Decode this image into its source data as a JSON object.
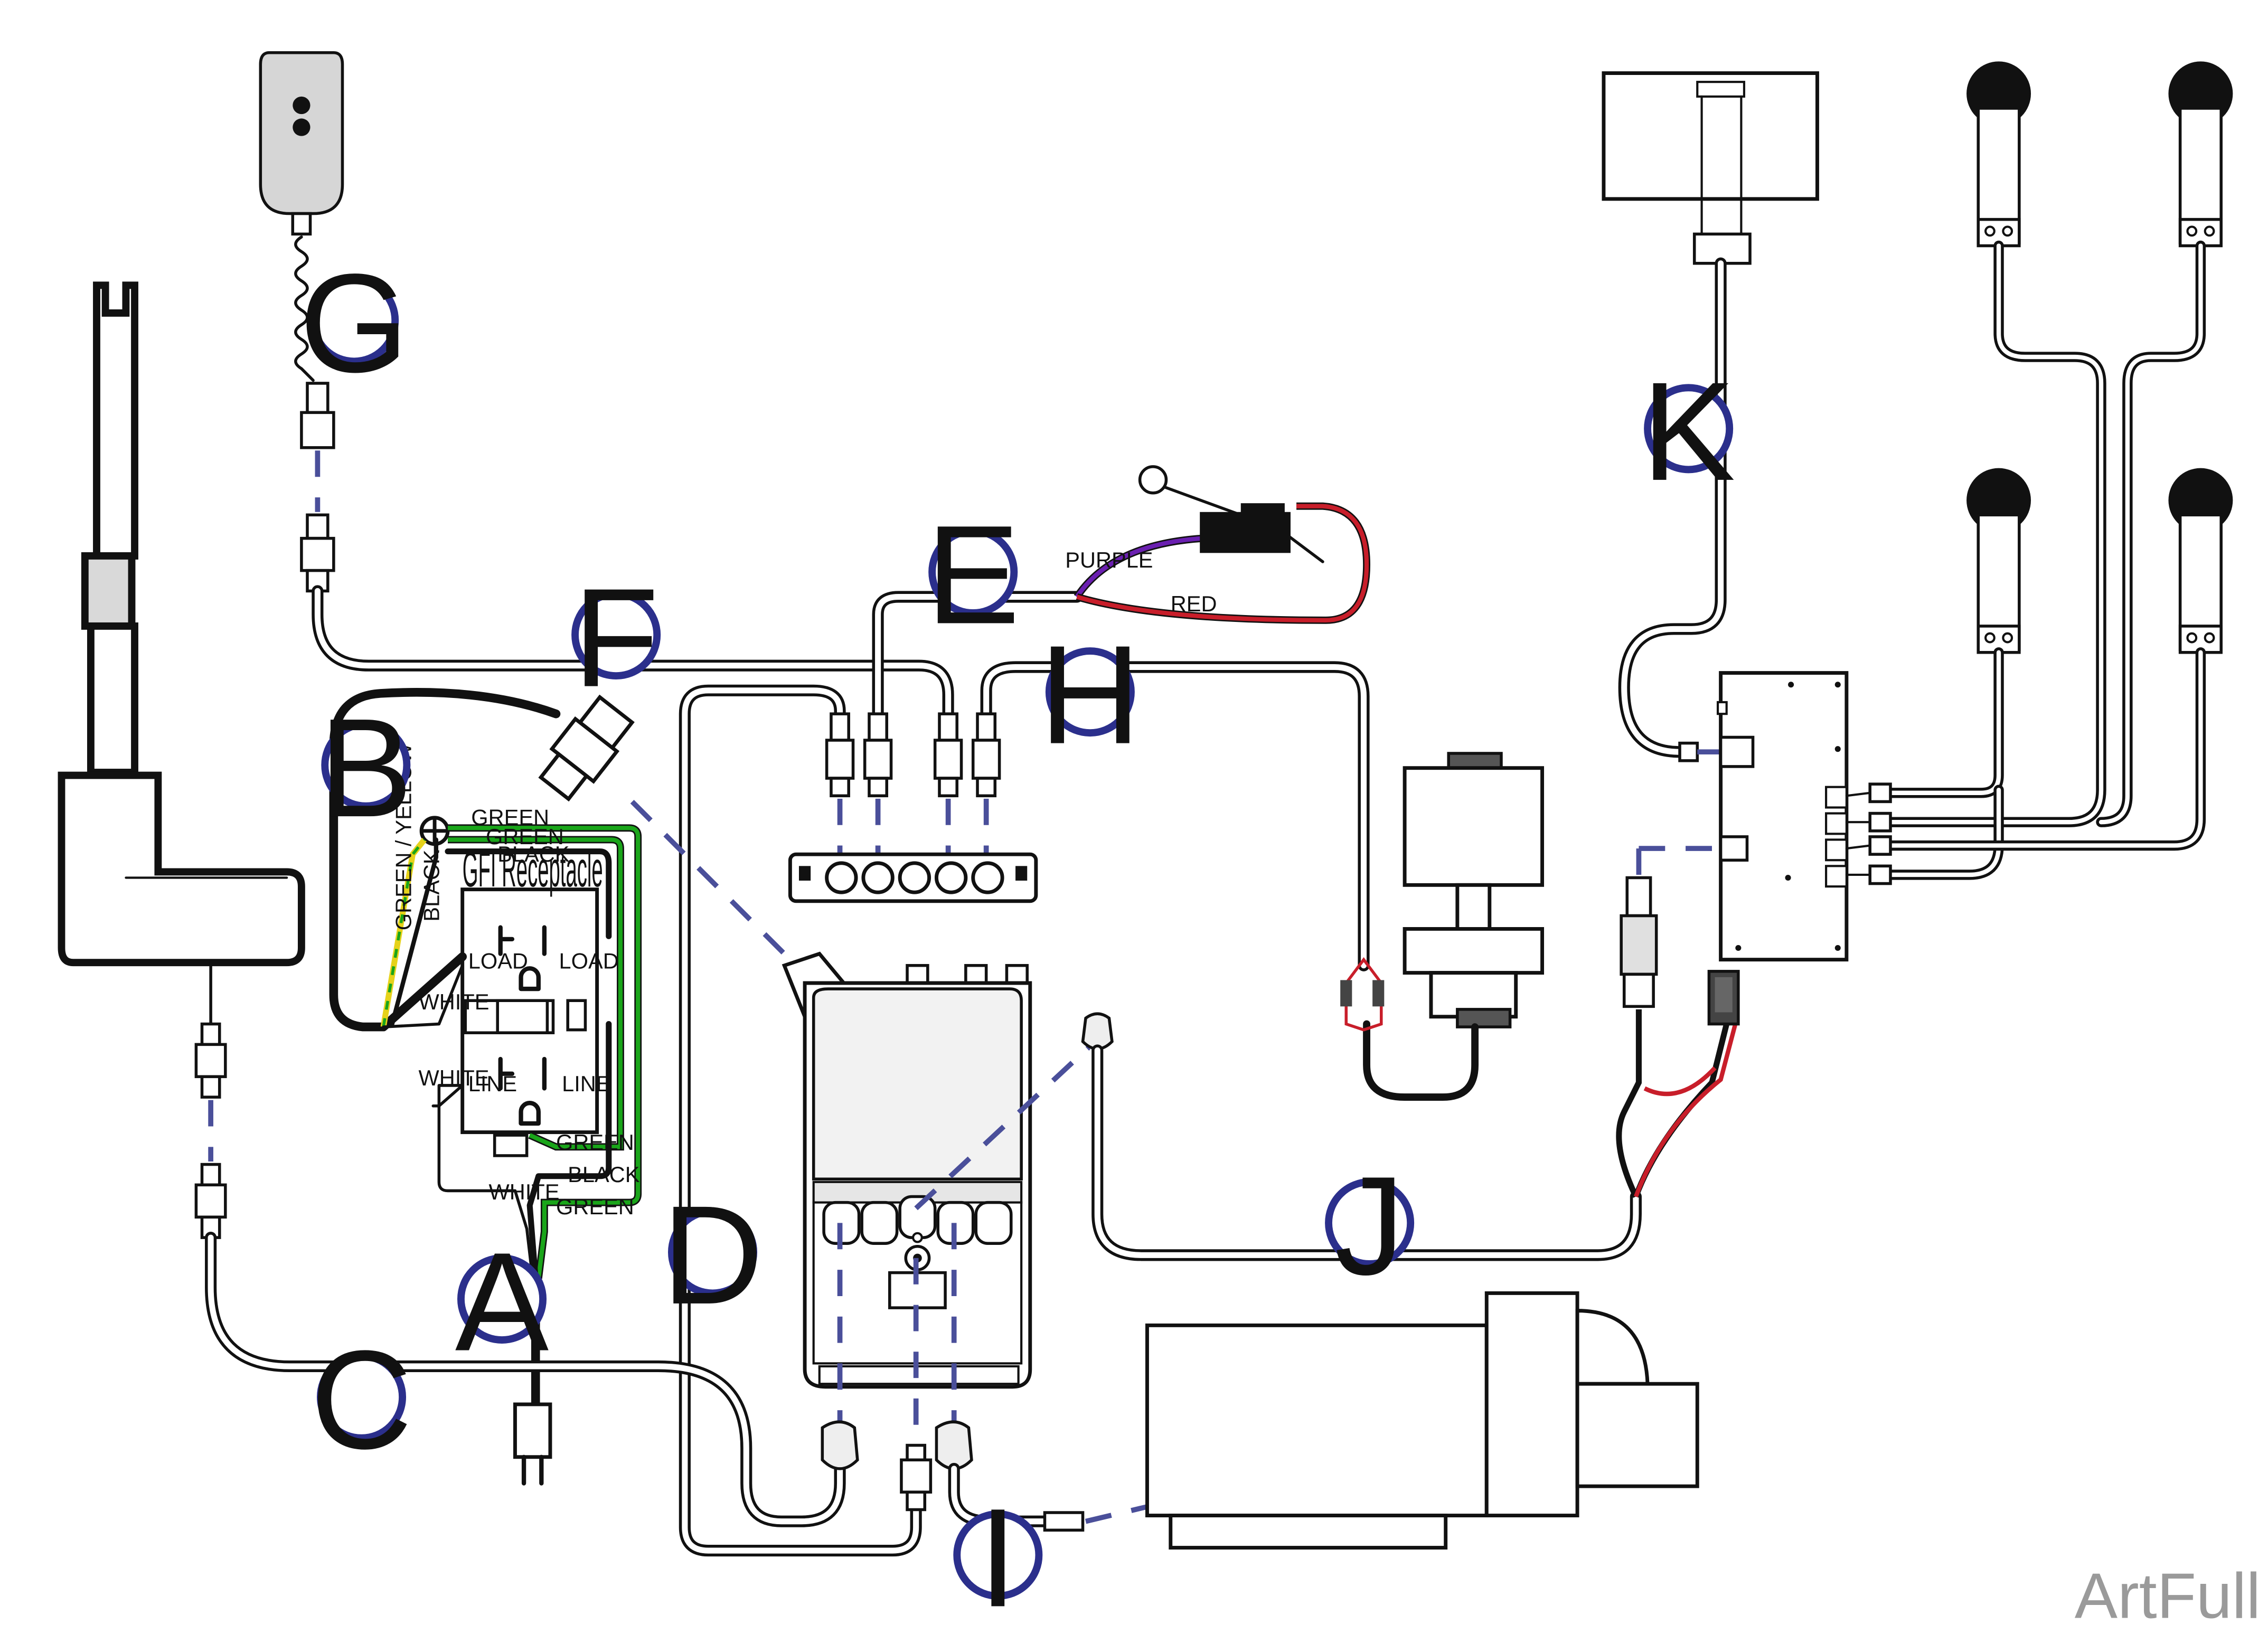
{
  "labels": {
    "A": "A",
    "B": "B",
    "C": "C",
    "D": "D",
    "E": "E",
    "F": "F",
    "G": "G",
    "H": "H",
    "I": "I",
    "J": "J",
    "K": "K"
  },
  "gfi": {
    "title": "GFI Receptacle",
    "load_left": "LOAD",
    "load_right": "LOAD",
    "line_left": "LINE",
    "line_right": "LINE"
  },
  "wires": {
    "green_1": "GREEN",
    "green_2": "GREEN",
    "black_1": "BLACK",
    "green_yellow": "GREEN / YELLOW",
    "black_2": "BLACK",
    "white_1": "WHITE",
    "white_2": "WHITE",
    "green_3": "GREEN",
    "black_3": "BLACK",
    "white_3": "WHITE",
    "green_4": "GREEN",
    "purple": "PURPLE",
    "red": "RED"
  },
  "colors": {
    "green": "#1aa51a",
    "yellow": "#e6d21a",
    "purple": "#6a1fb0",
    "red": "#c81e2a",
    "label_ring": "#2b2f8c",
    "dash": "#4a4f9a"
  },
  "watermark": "ArtFull"
}
